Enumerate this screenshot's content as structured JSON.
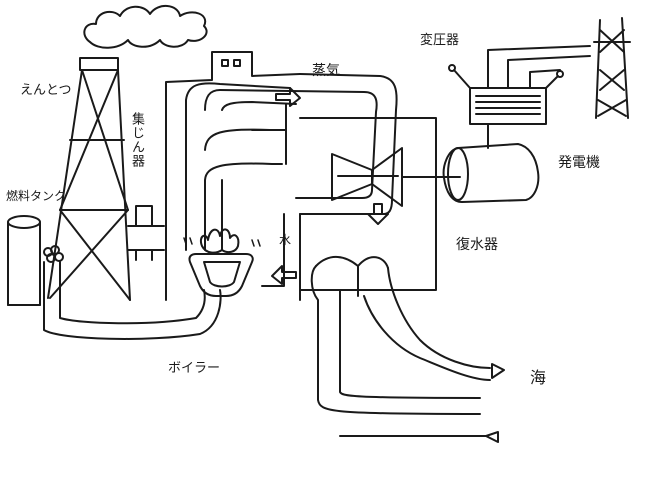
{
  "labels": {
    "chimney": "えんとつ",
    "fuel_tank": "燃料タンク",
    "dust_collector": "集じん器",
    "boiler": "ボイラー",
    "steam": "蒸気",
    "water": "水",
    "transformer": "変圧器",
    "generator": "発電機",
    "condenser": "復水器",
    "sea": "海"
  },
  "colors": {
    "ink": "#1a1a1a",
    "paper": "#ffffff"
  },
  "icons": [
    "smoke-icon",
    "flame-icon",
    "turbine-icon",
    "arrow-icon",
    "transmission-tower-icon"
  ]
}
